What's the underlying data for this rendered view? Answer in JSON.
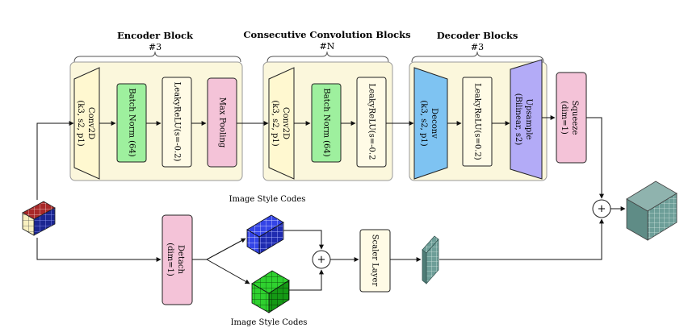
{
  "groups": {
    "encoder": {
      "title": "Encoder Block",
      "count": "#3"
    },
    "consecutive": {
      "title": "Consecutive Convolution Blocks",
      "count": "#N"
    },
    "decoder": {
      "title": "Decoder Blocks",
      "count": "#3"
    }
  },
  "blocks": {
    "enc_conv": {
      "line1": "Conv2D",
      "line2": "(k3, s2, p1)"
    },
    "enc_bn": {
      "line1": "Batch Norm (64)"
    },
    "enc_lrelu": {
      "line1": "LeakyReLU(s=-0.2)"
    },
    "enc_pool": {
      "line1": "Max Pooling"
    },
    "mid_conv": {
      "line1": "Conv2D",
      "line2": "(k3, s2, p1)"
    },
    "mid_bn": {
      "line1": "Batch Norm (64)"
    },
    "mid_lrelu": {
      "line1": "LeakyReLU(s=-0.2"
    },
    "dec_deconv": {
      "line1": "Deconv",
      "line2": "(k3, s2, p1)"
    },
    "dec_lrelu": {
      "line1": "LeakyReLU(s=0.2)"
    },
    "dec_upsample": {
      "line1": "Upsample",
      "line2": "(Bilinear, s2)"
    },
    "squeeze": {
      "line1": "Squeeze",
      "line2": "(dim=1)"
    },
    "detach": {
      "line1": "Detach",
      "line2": "(dim=1)"
    },
    "scaler": {
      "line1": "Scaler Layer"
    }
  },
  "labels": {
    "style_codes_top": "Image Style Codes",
    "style_codes_bottom": "Image Style Codes",
    "plus": "+"
  },
  "colors": {
    "group_fill": "#fbf7dc",
    "conv_fill": "#fff8d0",
    "bn_fill": "#9ef09e",
    "pool_fill": "#f4c3d8",
    "deconv_fill": "#7ec3f2",
    "upsample_fill": "#b3abf7",
    "cube_blue": "#2f3fe0",
    "cube_green": "#22c922",
    "cube_teal": "#5a8f8a"
  }
}
